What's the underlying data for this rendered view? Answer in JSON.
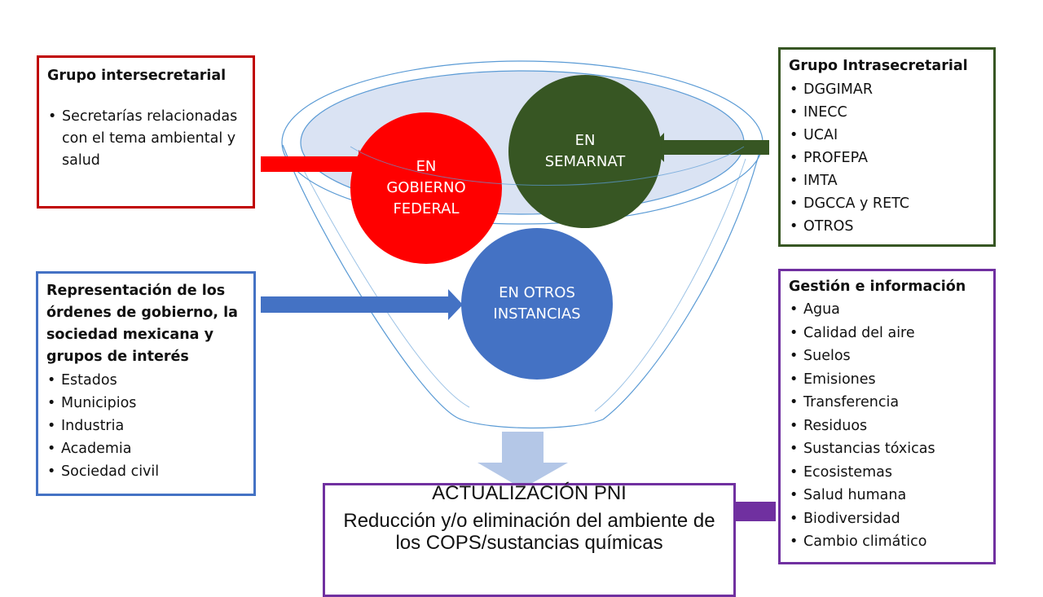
{
  "colors": {
    "red": "#c00000",
    "blue": "#4472c4",
    "green": "#375623",
    "purple": "#7030a0",
    "arrow_down": "#b4c7e7"
  },
  "circles": {
    "federal": "EN\nGOBIERNO\nFEDERAL",
    "semarnat": "EN\nSEMARNAT",
    "otros": "EN OTROS\nINSTANCIAS"
  },
  "box_red": {
    "title": "Grupo intersecretarial",
    "items": [
      "Secretarías relacionadas con el tema ambiental y salud"
    ]
  },
  "box_blue": {
    "title": "Representación de los órdenes de gobierno, la sociedad mexicana y grupos de interés",
    "items": [
      "Estados",
      "Municipios",
      "Industria",
      "Academia",
      "Sociedad civil"
    ]
  },
  "box_green": {
    "title": "Grupo Intrasecretarial",
    "items": [
      "DGGIMAR",
      "INECC",
      "UCAI",
      "PROFEPA",
      "IMTA",
      "DGCCA y RETC",
      "OTROS"
    ]
  },
  "box_purple": {
    "title": "Gestión e información",
    "items": [
      "Agua",
      "Calidad del aire",
      "Suelos",
      "Emisiones",
      "Transferencia",
      "Residuos",
      "Sustancias tóxicas",
      "Ecosistemas",
      "Salud humana",
      "Biodiversidad",
      "Cambio climático"
    ]
  },
  "pni": {
    "title": "ACTUALIZACIÓN PNI",
    "subtitle": "Reducción y/o eliminación del ambiente de los COPS/sustancias químicas"
  }
}
